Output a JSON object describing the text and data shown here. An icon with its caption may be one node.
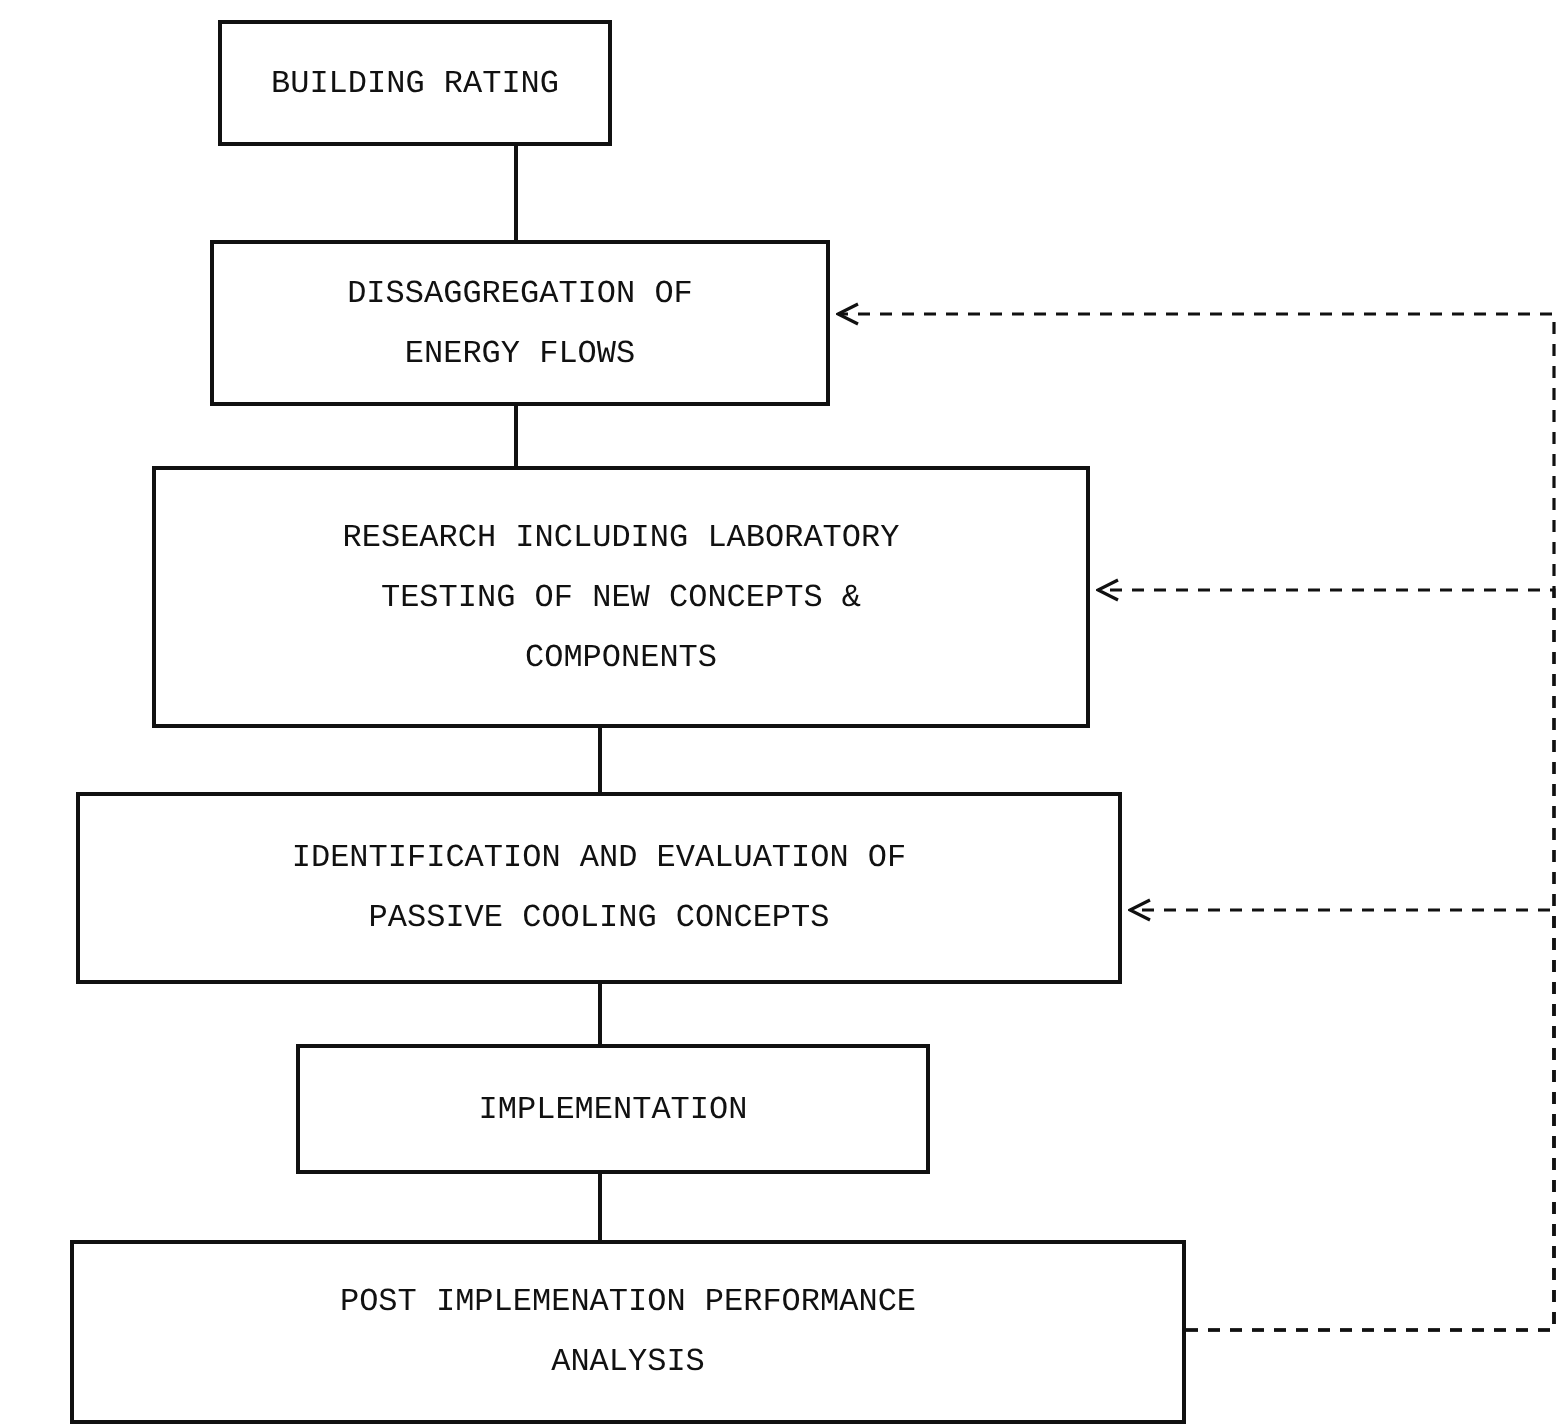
{
  "diagram": {
    "nodes": [
      {
        "text": [
          "BUILDING RATING"
        ]
      },
      {
        "text": [
          "DISSAGGREGATION OF ENERGY FLOWS"
        ]
      },
      {
        "text": [
          "RESEARCH INCLUDING LABORATORY TESTING OF NEW CONCEPTS & COMPONENTS"
        ]
      },
      {
        "text": [
          "IDENTIFICATION AND EVALUATION OF PASSIVE COOLING CONCEPTS"
        ]
      },
      {
        "text": [
          "IMPLEMENTATION"
        ]
      },
      {
        "text": [
          "POST IMPLEMENATION PERFORMANCE ANALYSIS"
        ]
      }
    ],
    "edges": [
      {
        "from": 0,
        "to": 1,
        "arrow": "none"
      },
      {
        "from": 1,
        "to": 2,
        "arrow": "none"
      },
      {
        "from": 2,
        "to": 3,
        "arrow": "none"
      },
      {
        "from": 3,
        "to": 4,
        "arrow": "none"
      },
      {
        "from": 4,
        "to": 5,
        "arrow": "none"
      },
      {
        "from": 5,
        "to": 1,
        "arrow": "to",
        "style": "dashed"
      },
      {
        "from": 5,
        "to": 2,
        "arrow": "to",
        "style": "dashed"
      },
      {
        "from": 5,
        "to": 3,
        "arrow": "to",
        "style": "dashed"
      }
    ]
  }
}
